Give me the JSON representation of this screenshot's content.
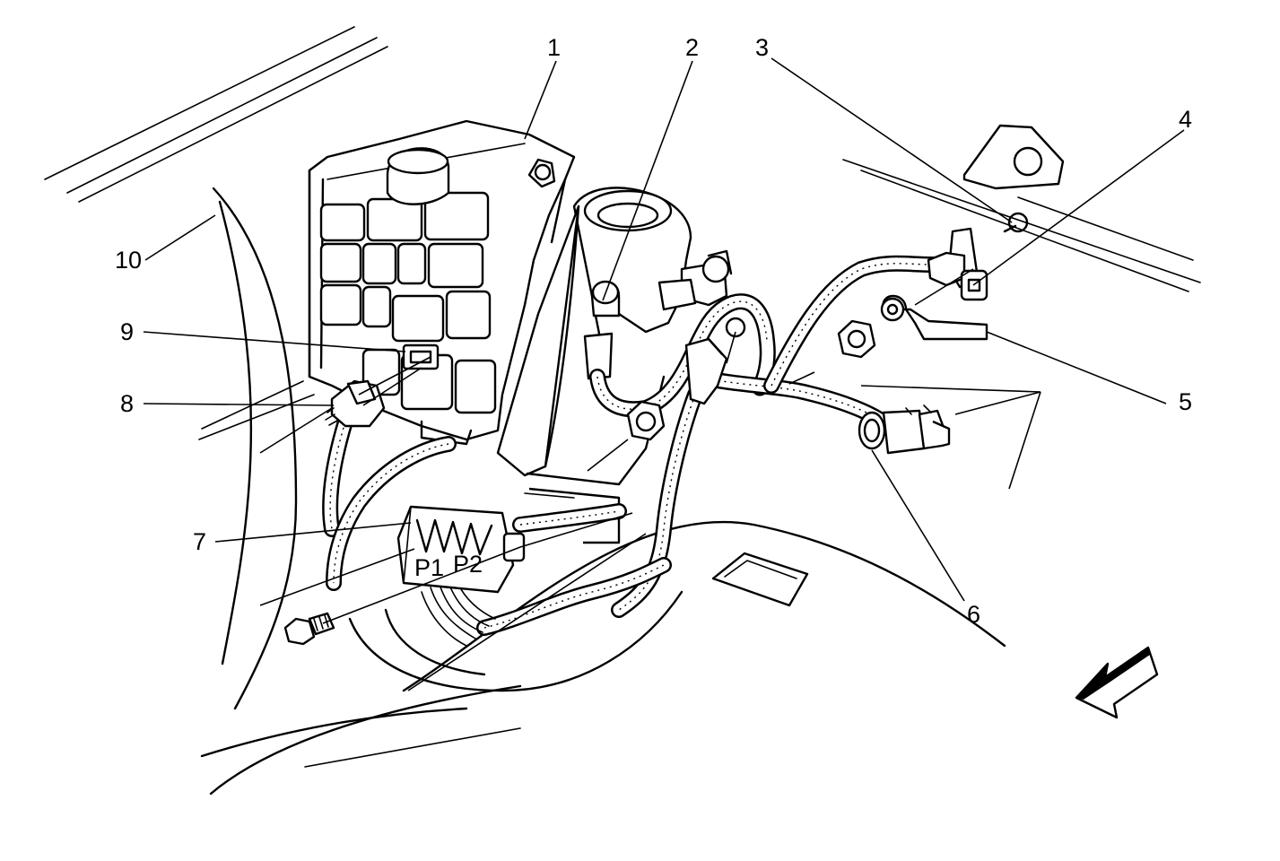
{
  "callouts": {
    "c1": "1",
    "c2": "2",
    "c3": "3",
    "c4": "4",
    "c5": "5",
    "c6": "6",
    "c7": "7",
    "c8": "8",
    "c9": "9",
    "c10": "10"
  },
  "connector_markings": {
    "p1": "P1",
    "p2": "P2"
  },
  "colors": {
    "line": "#000000",
    "background": "#ffffff"
  }
}
